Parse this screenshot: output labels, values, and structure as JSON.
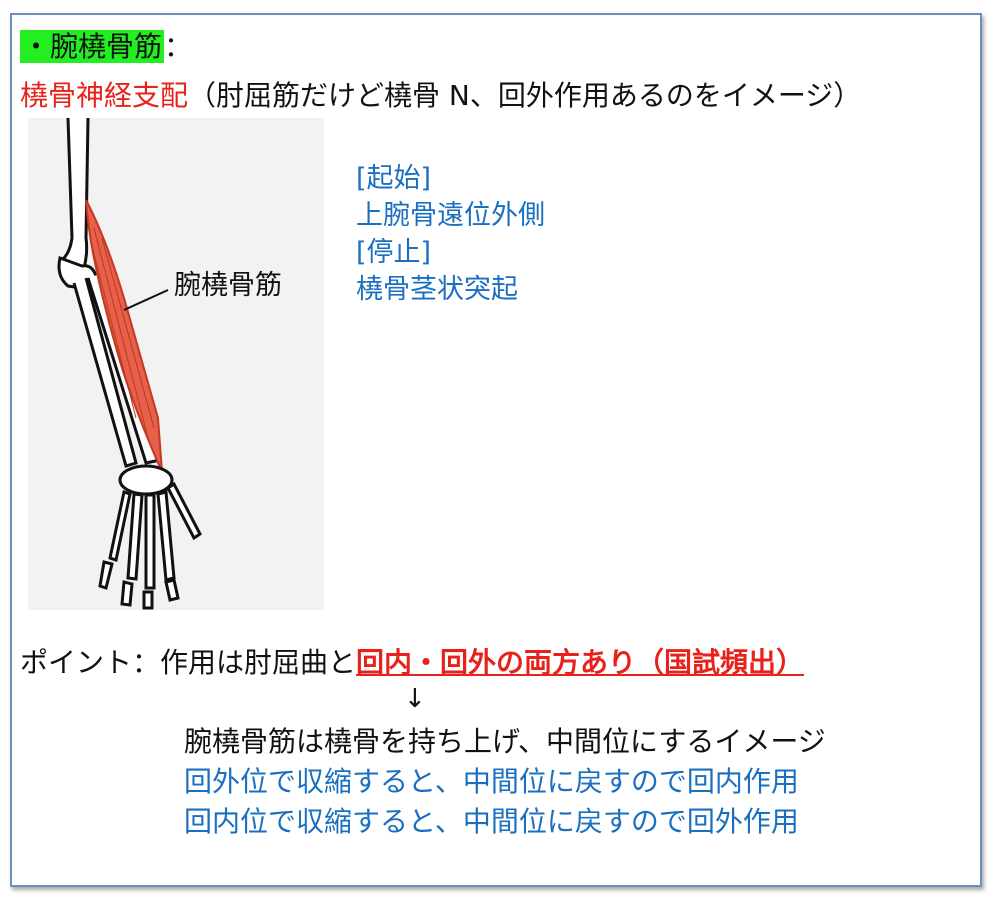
{
  "title": {
    "text": "・腕橈骨筋",
    "colon": "："
  },
  "innervation": {
    "red": "橈骨神経支配",
    "rest": "（肘屈筋だけど橈骨 N、回外作用あるのをイメージ）"
  },
  "figure": {
    "label": "腕橈骨筋",
    "muscle_color": "#e8604a"
  },
  "origin": {
    "heading": "[起始]",
    "value": "上腕骨遠位外側"
  },
  "insertion": {
    "heading": "[停止]",
    "value": "橈骨茎状突起"
  },
  "point": {
    "prefix": "ポイント：作用は肘屈曲と",
    "highlight": "回内・回外の両方あり（国試頻出）"
  },
  "arrow": "↓",
  "explanation": {
    "line1": "腕橈骨筋は橈骨を持ち上げ、中間位にするイメージ",
    "line2": "回外位で収縮すると、中間位に戻すので回内作用",
    "line3": "回内位で収縮すると、中間位に戻すので回外作用"
  },
  "colors": {
    "red": "#e8221b",
    "blue": "#1a6fc0",
    "highlight": "#22ee22",
    "border": "#6f8fb8"
  }
}
